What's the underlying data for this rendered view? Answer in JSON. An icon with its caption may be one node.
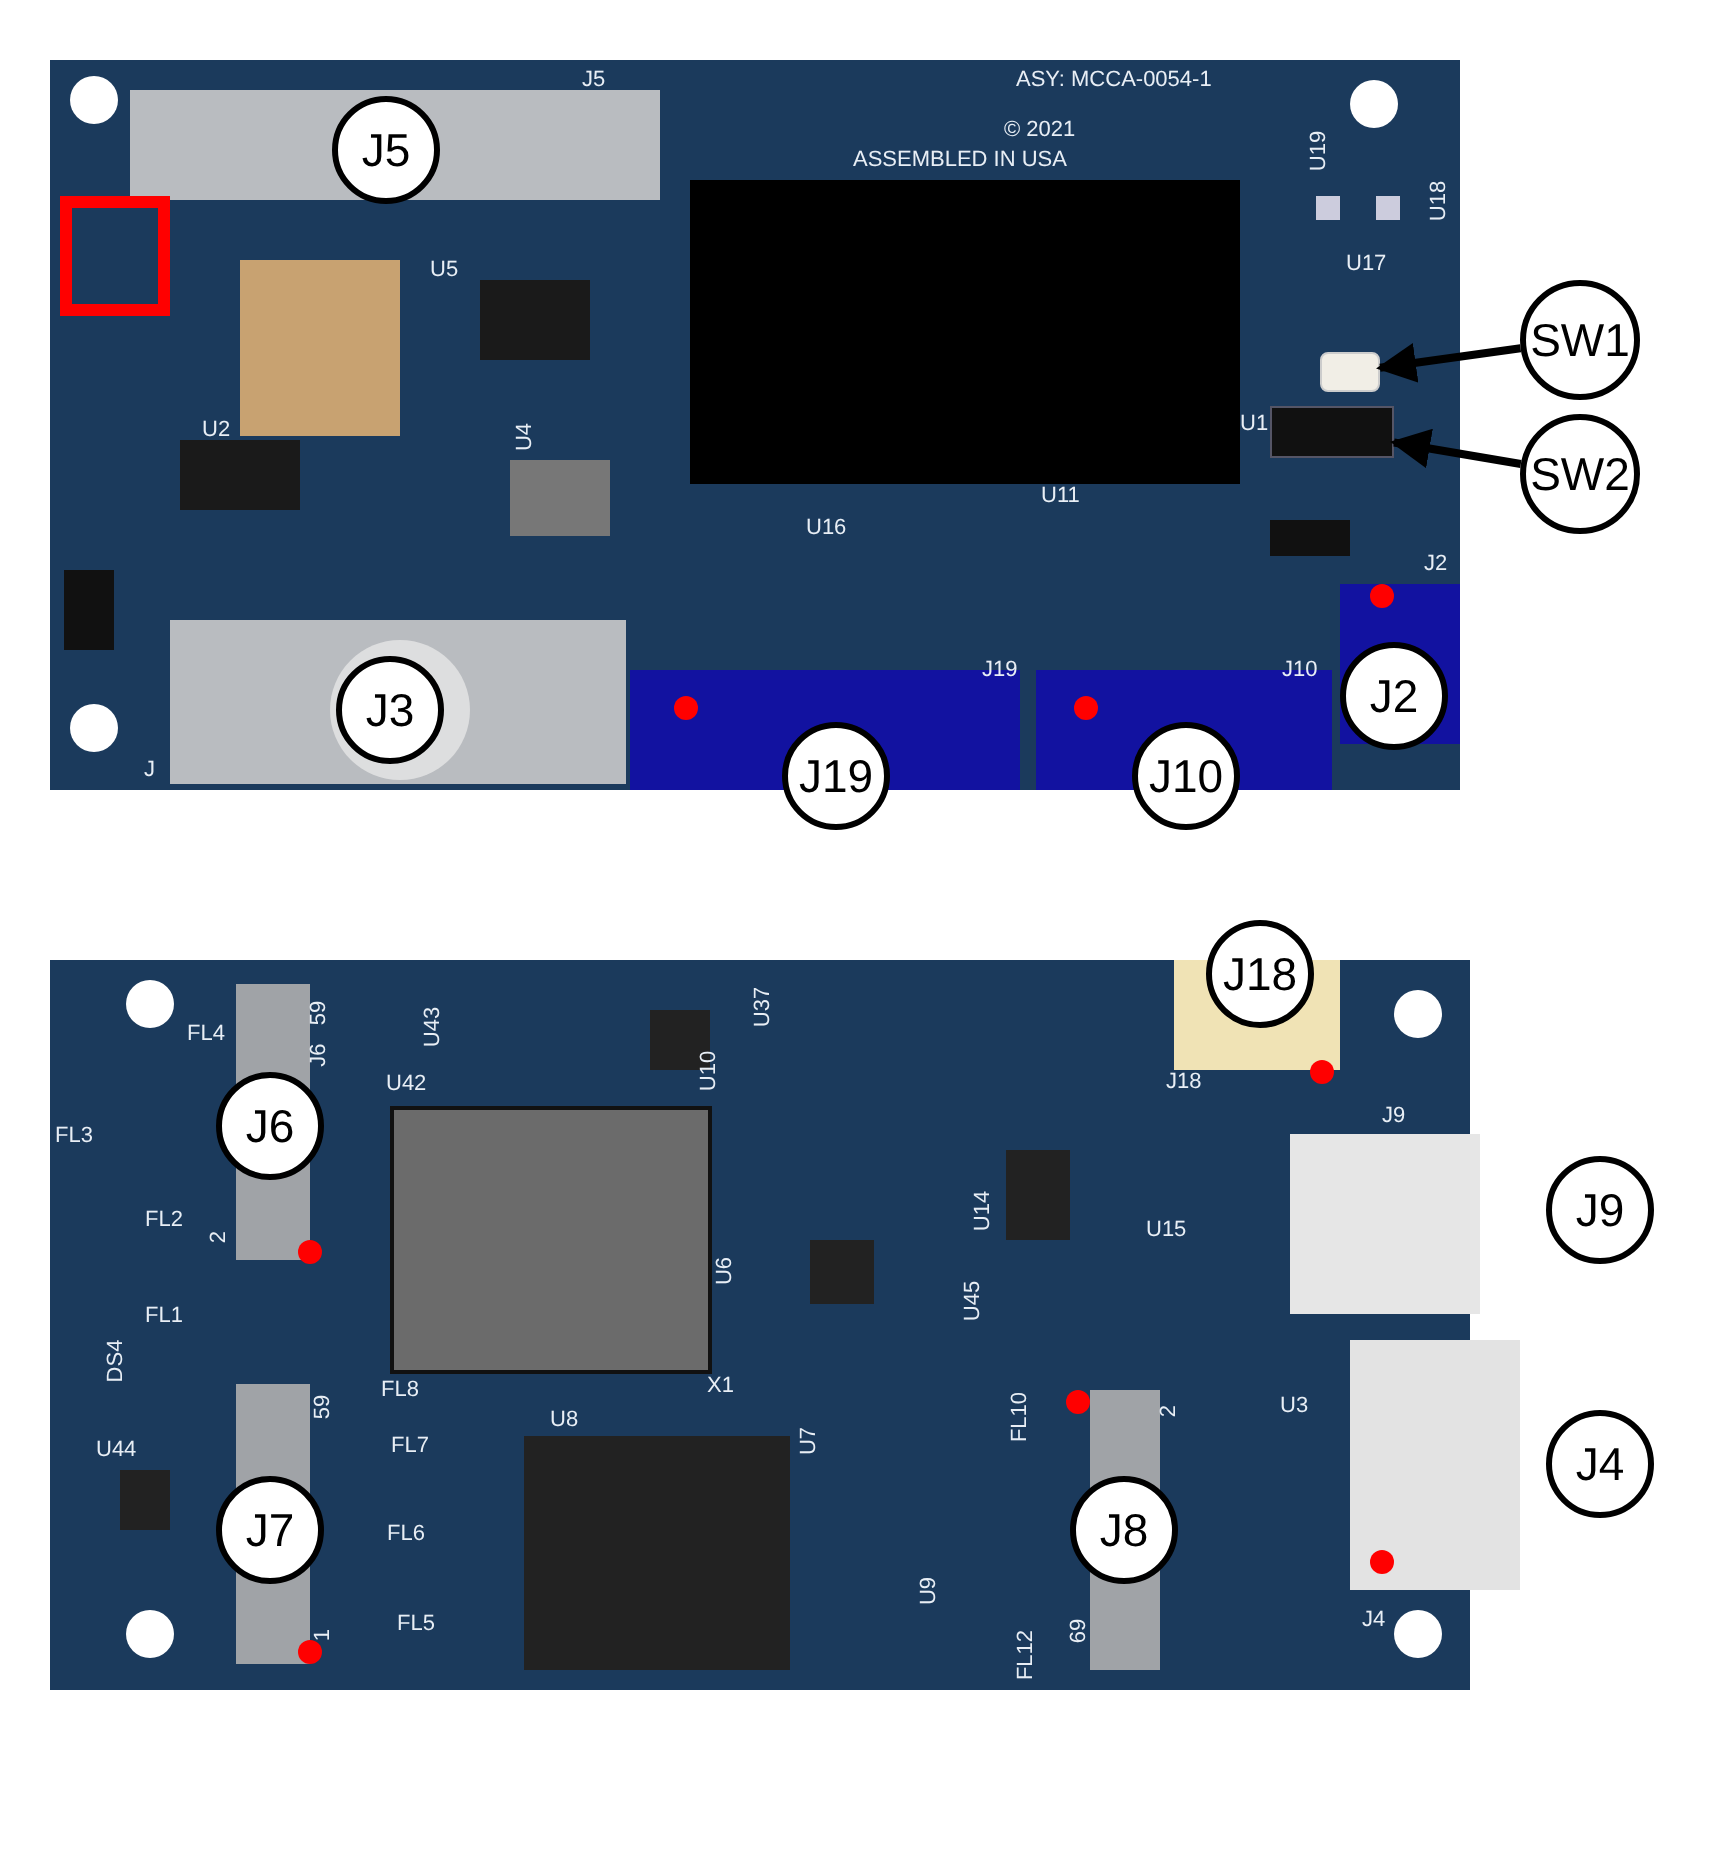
{
  "diagram": {
    "nodes": [
      {
        "text": [],
        "shape": "picture"
      },
      {
        "text": [
          "J5"
        ],
        "in": 0
      },
      {
        "text": [
          "J3"
        ],
        "in": 0
      },
      {
        "text": [
          "J19"
        ]
      },
      {
        "text": [
          "J10"
        ]
      },
      {
        "text": [
          "J2"
        ],
        "in": 0
      },
      {
        "text": [
          "SW1"
        ]
      },
      {
        "text": [
          "SW2"
        ]
      },
      {
        "text": [],
        "shape": "box",
        "in": 0
      },
      {
        "text": [],
        "shape": "box",
        "in": 0
      },
      {
        "text": [],
        "shape": "picture"
      },
      {
        "text": [
          "J18"
        ]
      },
      {
        "text": [
          "J6"
        ],
        "in": 10
      },
      {
        "text": [
          "J7"
        ],
        "in": 10
      },
      {
        "text": [
          "J8"
        ],
        "in": 10
      },
      {
        "text": [
          "J9"
        ]
      },
      {
        "text": [
          "J4"
        ]
      }
    ],
    "edges": [
      {
        "from": 6,
        "to": 8,
        "arrow": "to"
      },
      {
        "from": 7,
        "to": 9,
        "arrow": "to"
      }
    ],
    "labels": [
      "J5",
      "ASY: MCCA-0054-1",
      "© 2021",
      "ASSEMBLED IN USA",
      "U19",
      "U18",
      "U5",
      "U17",
      "U2",
      "U4",
      "U1",
      "U16",
      "U11",
      "J2",
      "J19",
      "J10",
      "J",
      "J18",
      "FL4",
      "59",
      "J6",
      "U43",
      "U37",
      "U42",
      "U10",
      "J9",
      "FL3",
      "U14",
      "U15",
      "FL2",
      "2",
      "U6",
      "U45",
      "FL1",
      "DS4",
      "X1",
      "FL8",
      "59",
      "U3",
      "FL10",
      "2",
      "U8",
      "U7",
      "FL7",
      "U44",
      "FL6",
      "U9",
      "FL5",
      "1",
      "69",
      "J4",
      "FL12"
    ]
  }
}
